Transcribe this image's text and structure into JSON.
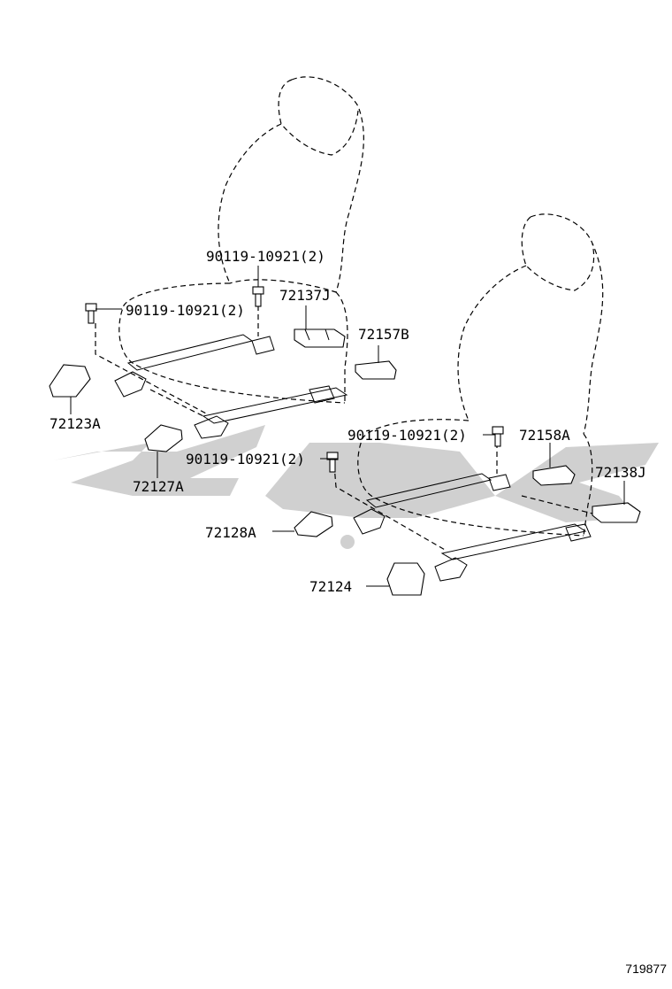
{
  "labels": {
    "bolt_top": "90119-10921(2)",
    "bolt_left": "90119-10921(2)",
    "bolt_mid": "90119-10921(2)",
    "bolt_right": "90119-10921(2)",
    "p72137J": "72137J",
    "p72157B": "72157B",
    "p72123A": "72123A",
    "p72127A": "72127A",
    "p72128A": "72128A",
    "p72124": "72124",
    "p72158A": "72158A",
    "p72138J": "72138J"
  },
  "figure_code": "719877",
  "colors": {
    "line": "#000000",
    "watermark": "#d0d0d0",
    "background": "#ffffff"
  }
}
